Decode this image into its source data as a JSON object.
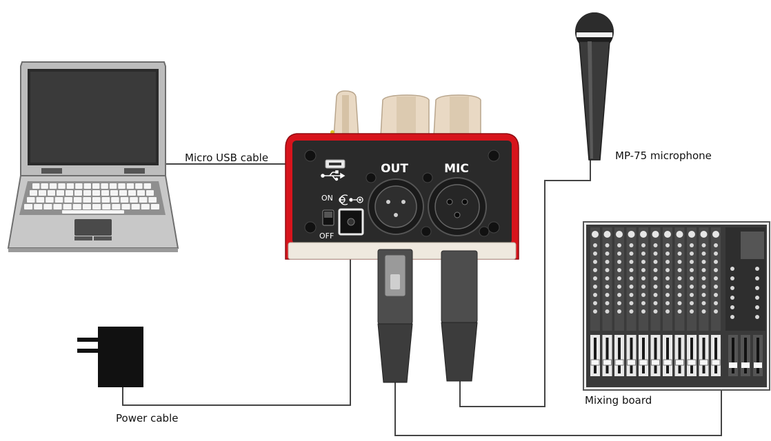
{
  "labels": {
    "usb_cable": "Micro USB cable",
    "microphone": "MP-75 microphone",
    "mixing_board": "Mixing board",
    "power_cable": "Power cable"
  },
  "device_panel": {
    "out_label": "OUT",
    "mic_label": "MIC",
    "switch_on": "ON",
    "switch_off": "OFF"
  },
  "colors": {
    "cable": "#444444",
    "device_red": "#d7141c",
    "panel_dark": "#2a2a2a",
    "knob_cream": "#e9d9c4",
    "microphone_body": "#3a3a3a",
    "adapter": "#111111"
  },
  "icons": [
    "laptop-icon",
    "microphone-icon",
    "mixing-board-icon",
    "power-adapter-icon",
    "usb-symbol-icon",
    "dc-polarity-icon",
    "xlr-connector-icon"
  ]
}
